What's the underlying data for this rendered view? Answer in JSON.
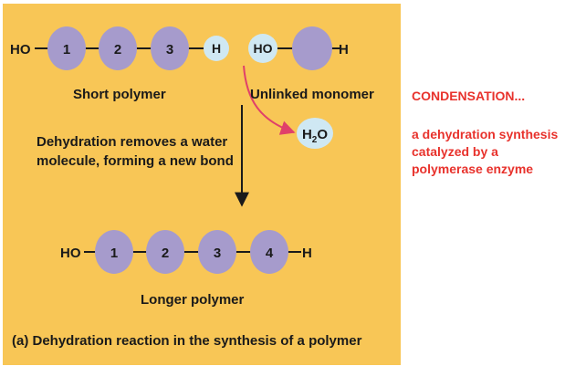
{
  "short_polymer": {
    "ho": "HO",
    "units": [
      "1",
      "2",
      "3"
    ],
    "h": "H",
    "label": "Short polymer"
  },
  "monomer": {
    "ho": "HO",
    "h": "H",
    "label": "Unlinked monomer"
  },
  "water": {
    "h": "H",
    "sub": "2",
    "o": "O"
  },
  "step_text": [
    "Dehydration removes a water",
    "molecule, forming a new bond"
  ],
  "longer_polymer": {
    "ho": "HO",
    "units": [
      "1",
      "2",
      "3",
      "4"
    ],
    "h": "H",
    "label": "Longer polymer"
  },
  "caption": "(a) Dehydration reaction in the synthesis of a polymer",
  "side_note": {
    "title": "CONDENSATION...",
    "lines": [
      "a dehydration synthesis",
      "catalyzed by a",
      "polymerase enzyme"
    ]
  },
  "colors": {
    "panel": "#f8c656",
    "monomer_fill": "#a69bcc",
    "h_fill": "#cfe8f3",
    "accent_red": "#e8322c",
    "arrow_red": "#e0406a"
  }
}
